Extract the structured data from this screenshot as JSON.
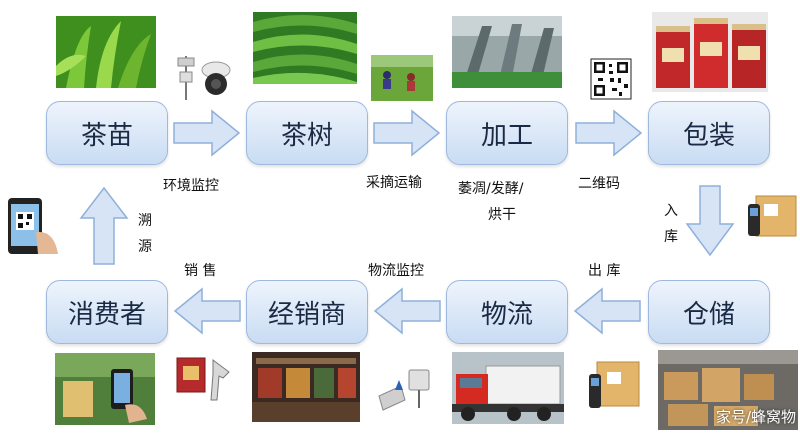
{
  "nodes": {
    "seedling": "茶苗",
    "tree": "茶树",
    "process": "加工",
    "package": "包装",
    "warehouse": "仓储",
    "logistics": "物流",
    "dealer": "经销商",
    "consumer": "消费者"
  },
  "labels": {
    "env_monitor": "环境监控",
    "pick_transport": "采摘运输",
    "process_line1": "萎凋/发酵/",
    "process_line2": "烘干",
    "qr_code": "二维码",
    "inbound": [
      "入",
      "库"
    ],
    "outbound": "出 库",
    "logistics_monitor": "物流监控",
    "sales": "销 售",
    "trace": [
      "溯",
      "源"
    ]
  },
  "watermark": "家号/蜂窝物",
  "colors": {
    "node_fill": "#c9dcf3",
    "arrow_fill": "#d6e4f5",
    "arrow_stroke": "#8fb0da"
  }
}
